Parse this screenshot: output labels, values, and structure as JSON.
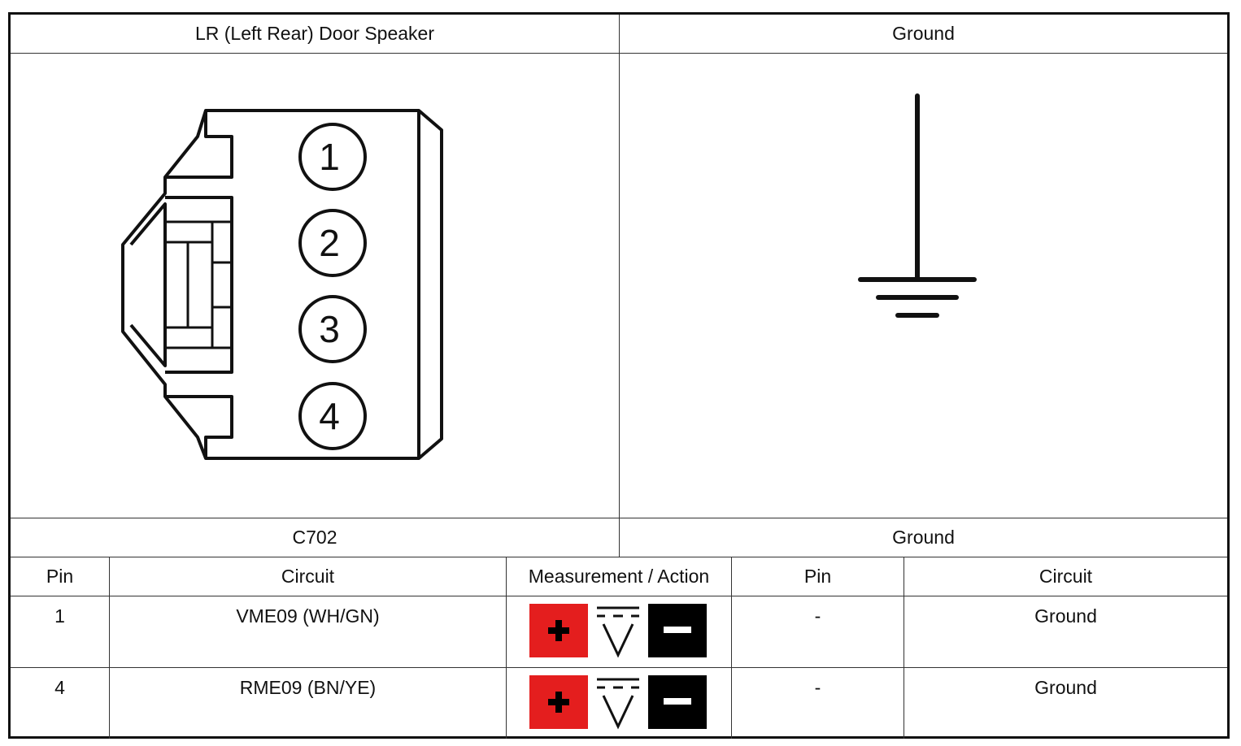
{
  "header": {
    "left_title": "LR (Left Rear) Door Speaker",
    "right_title": "Ground"
  },
  "connector": {
    "id": "C702",
    "pins": [
      "1",
      "2",
      "3",
      "4"
    ]
  },
  "ground_label": "Ground",
  "table": {
    "headers": {
      "pin": "Pin",
      "circuit": "Circuit",
      "measurement": "Measurement / Action",
      "pin2": "Pin",
      "circuit2": "Circuit"
    },
    "rows": [
      {
        "pin": "1",
        "circuit": "VME09 (WH/GN)",
        "meter": "voltmeter-icon",
        "pin2": "-",
        "circuit2": "Ground"
      },
      {
        "pin": "4",
        "circuit": "RME09 (BN/YE)",
        "meter": "voltmeter-icon",
        "pin2": "-",
        "circuit2": "Ground"
      }
    ]
  },
  "colors": {
    "positive_probe": "#e41e1e",
    "negative_probe": "#000000"
  }
}
